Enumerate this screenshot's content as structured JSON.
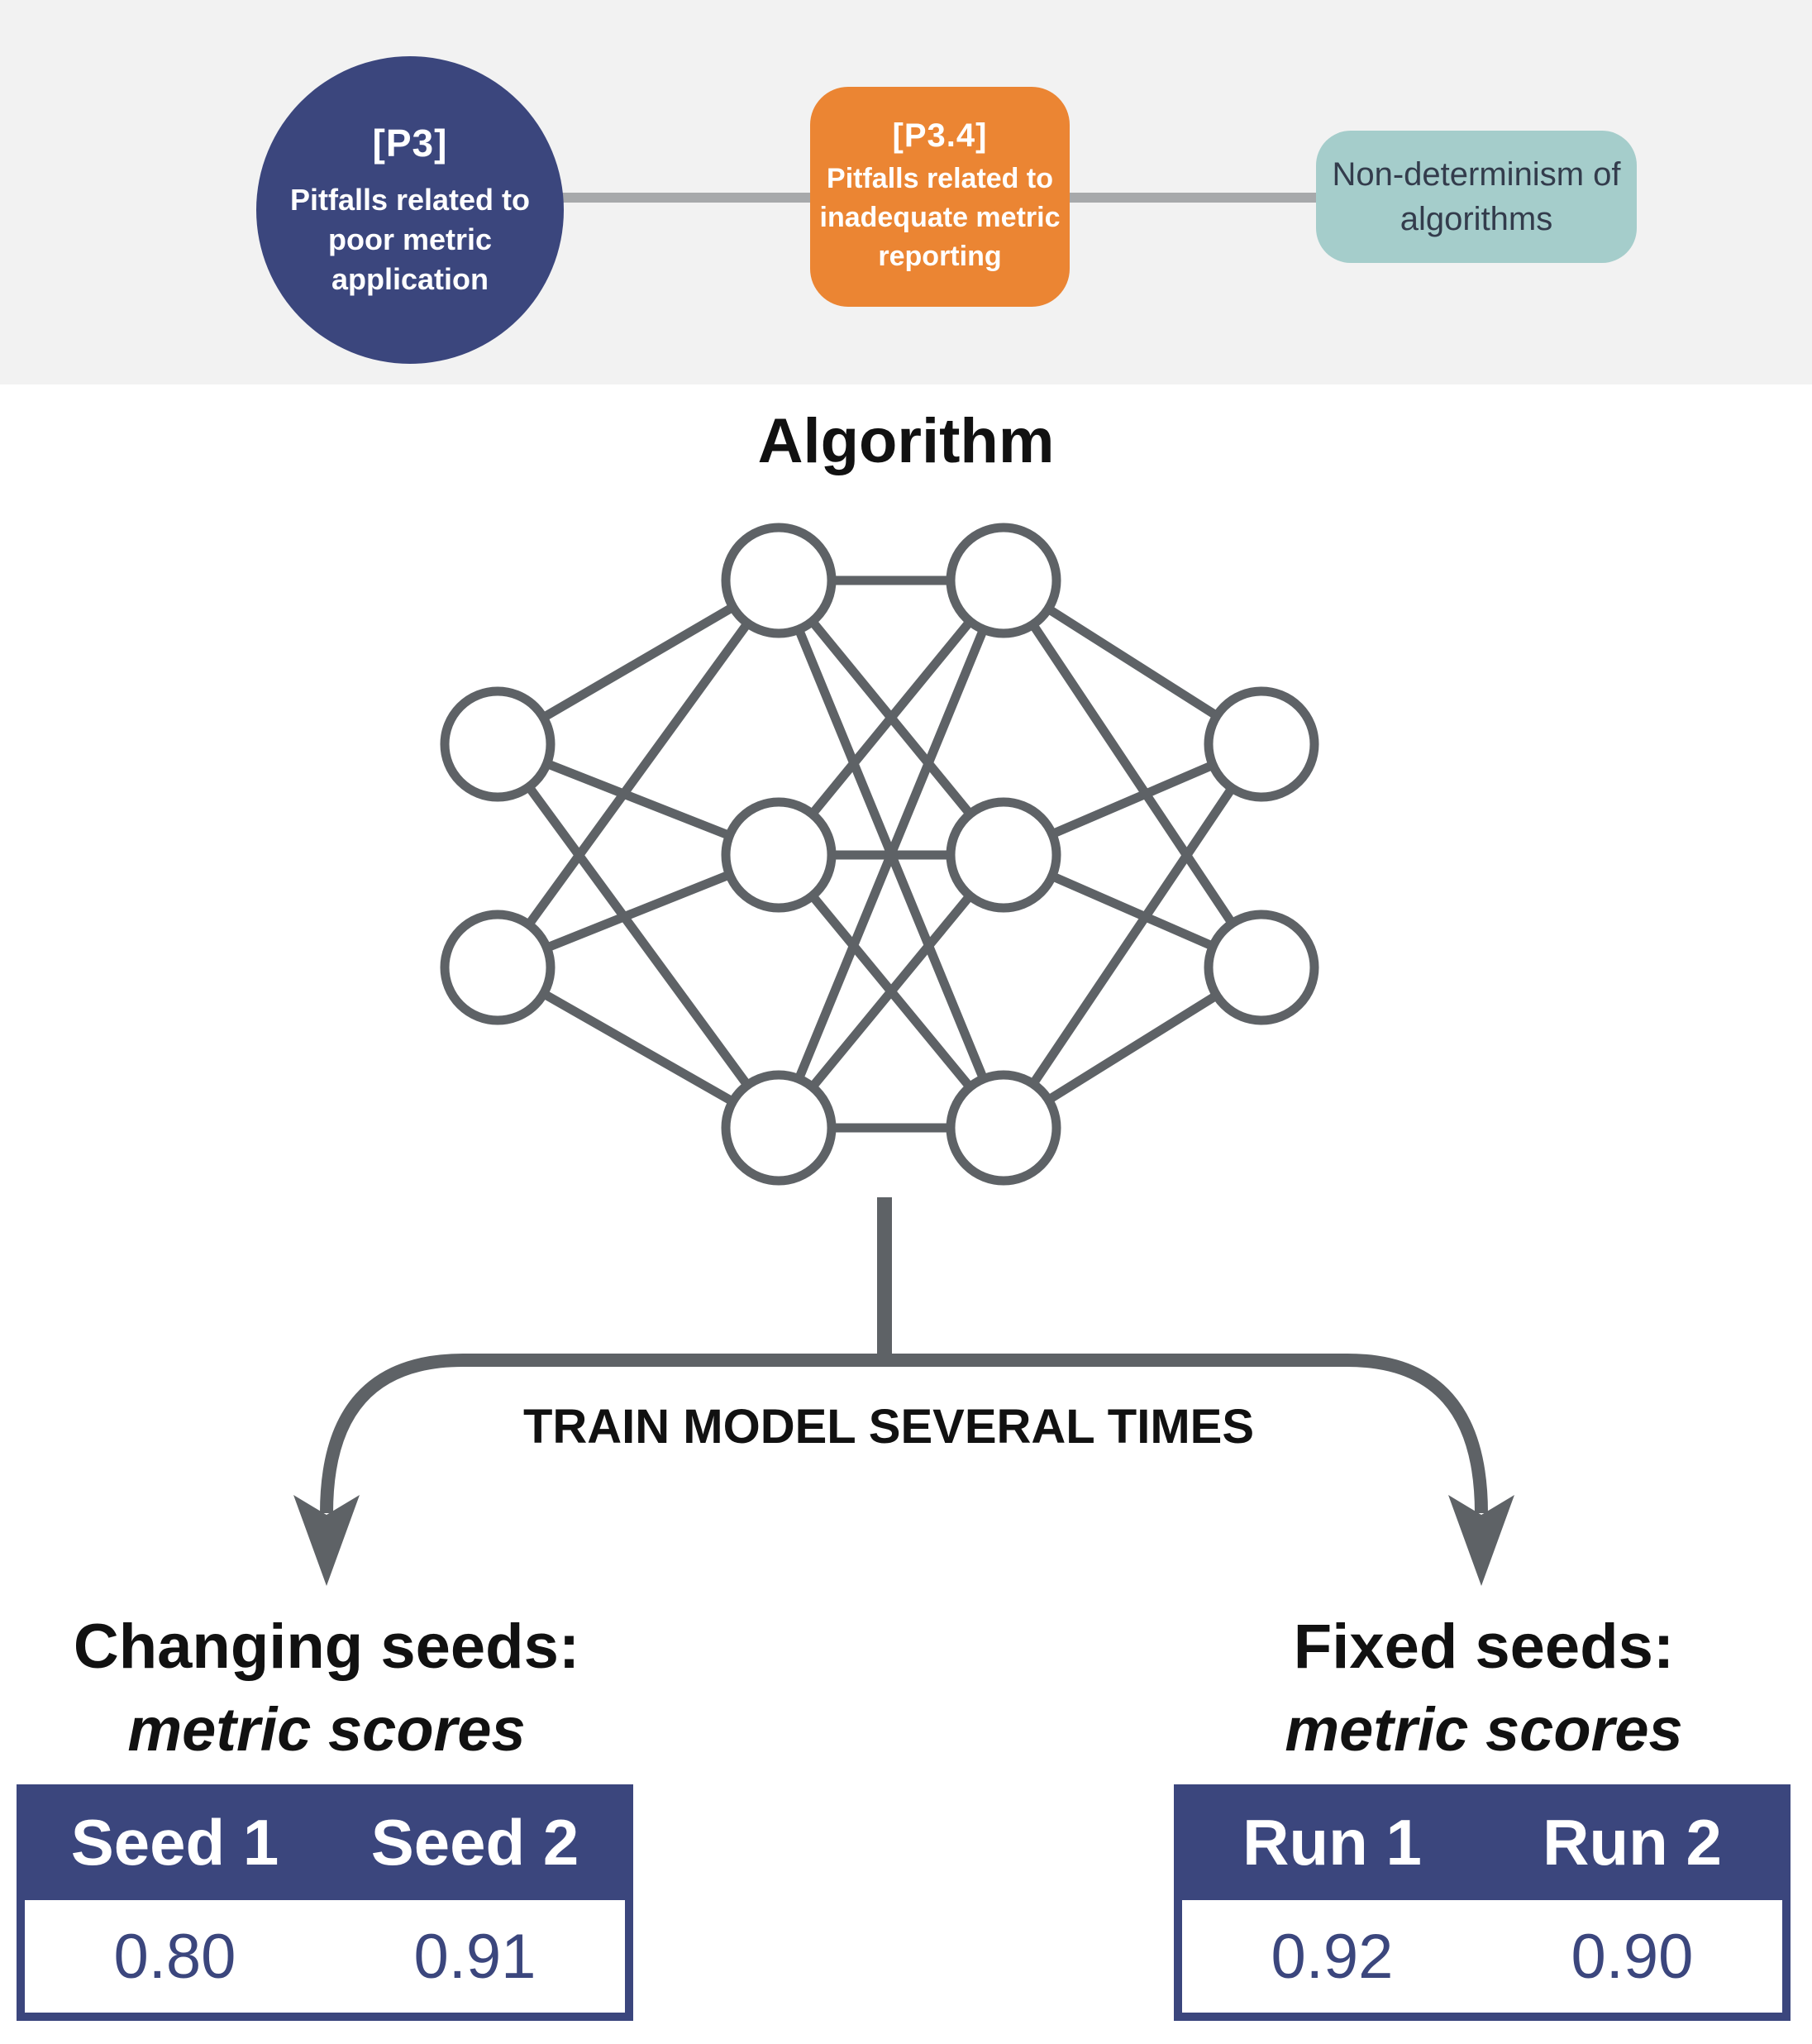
{
  "pitfall_path": {
    "category": {
      "code": "[P3]",
      "label": "Pitfalls related to poor metric application",
      "color": "#3b467d"
    },
    "subcategory": {
      "code": "[P3.4]",
      "label": "Pitfalls related to inadequate metric reporting",
      "color": "#eb8533"
    },
    "pitfall": {
      "label": "Non-determinism of algorithms",
      "color": "#a5cdcb"
    }
  },
  "algorithm": {
    "title": "Algorithm"
  },
  "network": {
    "layer_sizes": [
      2,
      3,
      3,
      2
    ],
    "line_color": "#5e6266"
  },
  "branch_label": "TRAIN MODEL SEVERAL TIMES",
  "left": {
    "heading": "Changing seeds:",
    "subheading": "metric scores",
    "columns": [
      "Seed 1",
      "Seed 2"
    ],
    "values": [
      "0.80",
      "0.91"
    ]
  },
  "right": {
    "heading": "Fixed seeds:",
    "subheading": "metric scores",
    "columns": [
      "Run 1",
      "Run 2"
    ],
    "values": [
      "0.92",
      "0.90"
    ]
  }
}
